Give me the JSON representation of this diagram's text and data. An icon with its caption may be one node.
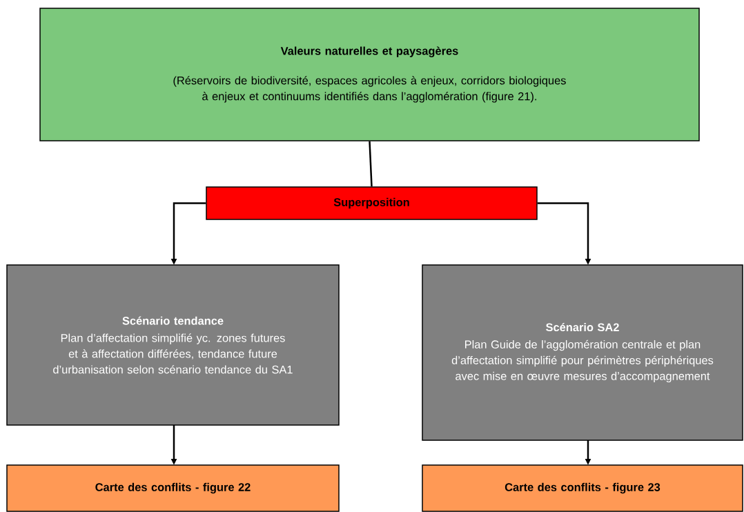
{
  "diagram": {
    "nodes": [
      {
        "text": [
          "Valeurs naturelles et paysagères",
          "(Réservoirs de biodiversité, espaces agricoles à enjeux, corridors biologiques à enjeux et continuums identifiés dans l’agglomération (figure 21)."
        ]
      },
      {
        "text": [
          "Superposition"
        ]
      },
      {
        "text": [
          "Scénario tendance",
          "Plan d’affectation simplifié yc. zones futures et à affectation différées, tendance future d’urbanisation selon scénario tendance du SA1"
        ]
      },
      {
        "text": [
          "Scénario SA2",
          "Plan Guide de l’agglomération centrale et plan d’affectation simplifié pour périmètres périphériques avec mise en œuvre mesures d’accompagnement"
        ]
      },
      {
        "text": [
          "Carte des conflits - figure 22"
        ]
      },
      {
        "text": [
          "Carte des conflits - figure 23"
        ]
      }
    ],
    "edges": [
      {
        "from": 0,
        "to": 1,
        "arrow": "none"
      },
      {
        "from": 1,
        "to": 2,
        "arrow": "to"
      },
      {
        "from": 1,
        "to": 3,
        "arrow": "to"
      },
      {
        "from": 2,
        "to": 4,
        "arrow": "to"
      },
      {
        "from": 3,
        "to": 5,
        "arrow": "to"
      }
    ]
  }
}
